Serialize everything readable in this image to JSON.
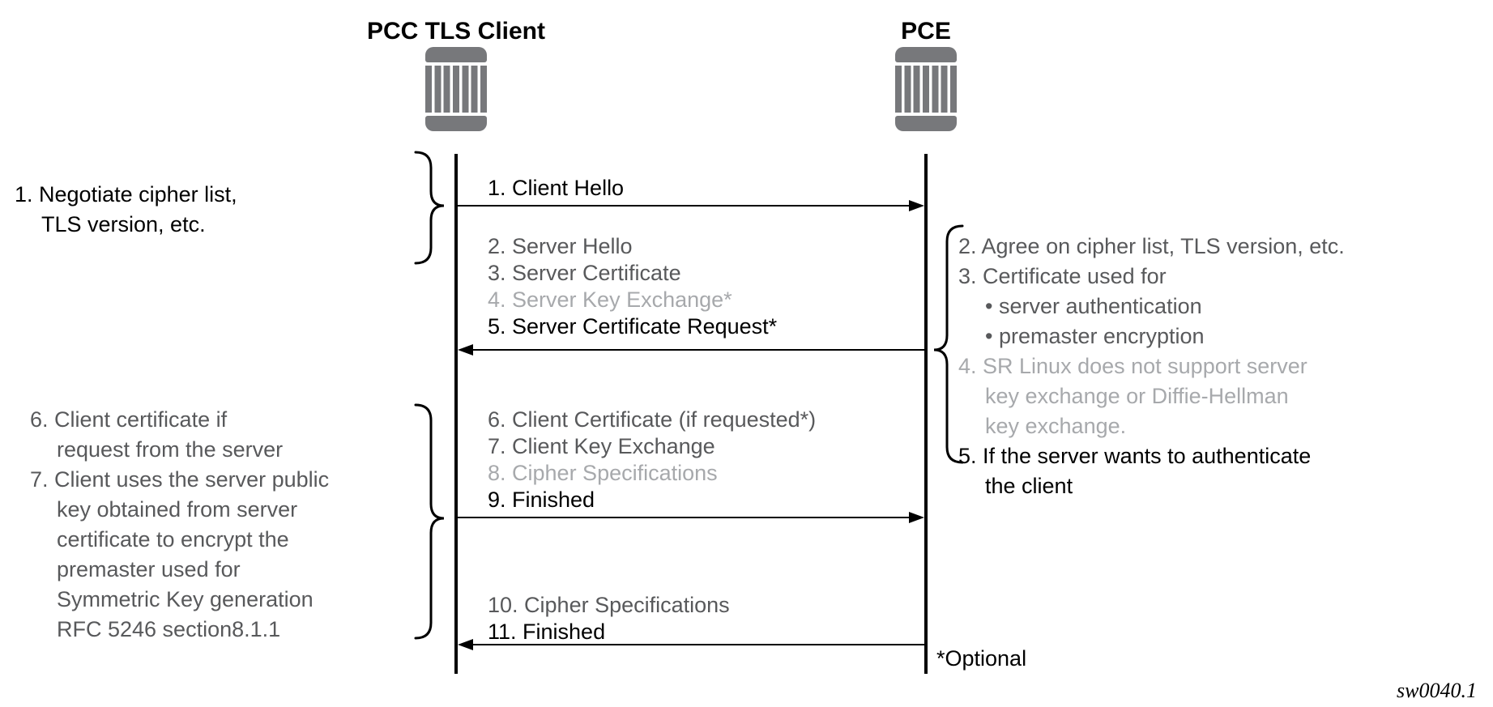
{
  "colors": {
    "black": "#000000",
    "medium_gray": "#58595b",
    "light_gray": "#a7a9ac",
    "icon_gray": "#77787b",
    "background": "#ffffff"
  },
  "actors": {
    "client": {
      "title": "PCC TLS Client",
      "icon": "router-icon"
    },
    "pce": {
      "title": "PCE",
      "icon": "router-icon"
    }
  },
  "messages": [
    {
      "label": "1. Client Hello",
      "tone": "black",
      "direction": "client-to-pce"
    },
    {
      "label": "2. Server Hello",
      "tone": "gray",
      "direction": "pce-to-client"
    },
    {
      "label": "3. Server Certificate",
      "tone": "gray",
      "direction": "pce-to-client"
    },
    {
      "label": "4. Server Key Exchange*",
      "tone": "light",
      "direction": "pce-to-client"
    },
    {
      "label": "5. Server Certificate Request*",
      "tone": "black",
      "direction": "pce-to-client"
    },
    {
      "label": "6. Client Certificate (if requested*)",
      "tone": "gray",
      "direction": "client-to-pce"
    },
    {
      "label": "7. Client Key Exchange",
      "tone": "gray",
      "direction": "client-to-pce"
    },
    {
      "label": "8. Cipher Specifications",
      "tone": "light",
      "direction": "client-to-pce"
    },
    {
      "label": "9. Finished",
      "tone": "black",
      "direction": "client-to-pce"
    },
    {
      "label": "10. Cipher Specifications",
      "tone": "gray",
      "direction": "pce-to-client"
    },
    {
      "label": "11. Finished",
      "tone": "black",
      "direction": "pce-to-client"
    }
  ],
  "left_notes": {
    "note1": {
      "tone": "black",
      "lines": [
        "1. Negotiate cipher list,",
        "TLS version, etc."
      ]
    },
    "note2": {
      "tone": "gray",
      "lines": [
        "6. Client certificate if",
        "request from the server",
        "7. Client uses the server public",
        "key obtained from server",
        "certificate to encrypt the",
        "premaster used for",
        "Symmetric Key generation",
        "RFC 5246 section8.1.1"
      ]
    }
  },
  "right_notes": {
    "lines": [
      {
        "text": "2. Agree on cipher list, TLS version, etc.",
        "tone": "gray",
        "indent": false
      },
      {
        "text": "3. Certificate used for",
        "tone": "gray",
        "indent": false
      },
      {
        "text": "• server authentication",
        "tone": "gray",
        "indent": true
      },
      {
        "text": "• premaster encryption",
        "tone": "gray",
        "indent": true
      },
      {
        "text": "4. SR Linux does not support server",
        "tone": "light",
        "indent": false
      },
      {
        "text": "key exchange or Diffie-Hellman",
        "tone": "light",
        "indent": true
      },
      {
        "text": "key exchange.",
        "tone": "light",
        "indent": true
      },
      {
        "text": "5. If the server wants to authenticate",
        "tone": "black",
        "indent": false
      },
      {
        "text": "the client",
        "tone": "black",
        "indent": true
      }
    ]
  },
  "footer": {
    "optional_note": "*Optional",
    "figure_id": "sw0040.1"
  }
}
